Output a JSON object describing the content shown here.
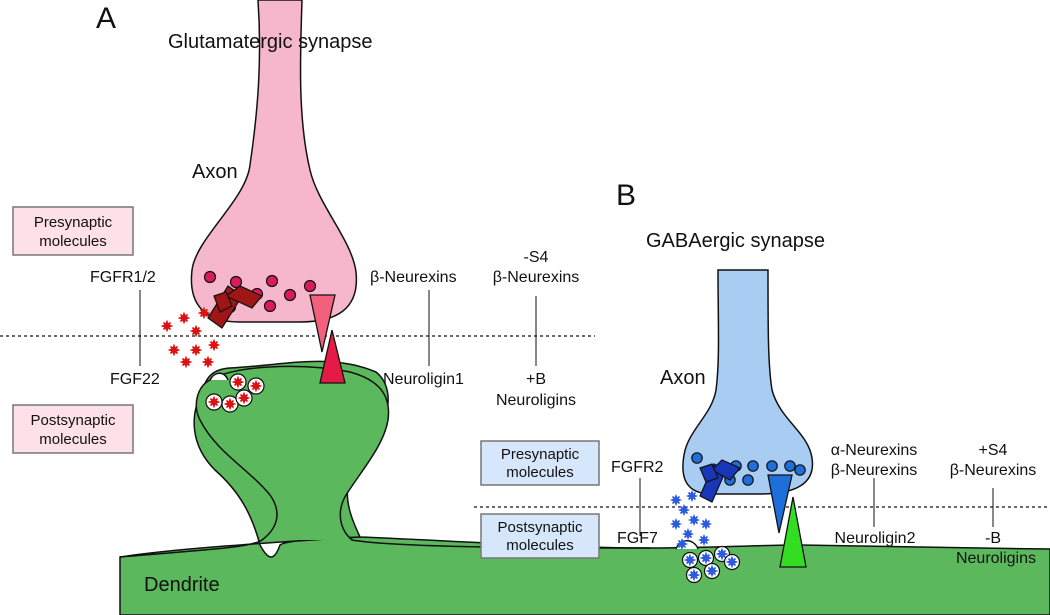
{
  "panel_a": {
    "letter": "A",
    "title": "Glutamatergic synapse",
    "axon": "Axon",
    "pre_box": [
      "Presynaptic",
      "molecules"
    ],
    "post_box": [
      "Postsynaptic",
      "molecules"
    ],
    "receptor": "FGFR1/2",
    "ligand": "FGF22",
    "pair1_top": "β-Neurexins",
    "pair1_bottom": "Neuroligin1",
    "pair2_top": [
      "-S4",
      "β-Neurexins"
    ],
    "pair2_bottom": [
      "+B",
      "Neuroligins"
    ]
  },
  "panel_b": {
    "letter": "B",
    "title": "GABAergic synapse",
    "axon": "Axon",
    "pre_box": [
      "Presynaptic",
      "molecules"
    ],
    "post_box": [
      "Postsynaptic",
      "molecules"
    ],
    "receptor": "FGFR2",
    "ligand": "FGF7",
    "pair1_top": [
      "α-Neurexins",
      "β-Neurexins"
    ],
    "pair1_bottom": "Neuroligin2",
    "pair2_top": [
      "+S4",
      "β-Neurexins"
    ],
    "pair2_bottom": [
      "-B",
      "Neuroligins"
    ]
  },
  "dendrite": "Dendrite",
  "colors": {
    "dendrite": "#5cb85c",
    "axon_a": "#f6b6cc",
    "axon_b": "#a9cdf2",
    "vesicle_a": "#d81b5e",
    "vesicle_b": "#1e6fd9",
    "fgf22": "#e01010",
    "fgf7": "#2a5be0",
    "pre_box_a": "#fde0e8",
    "post_box_a": "#fde0e8",
    "pre_box_b": "#d6e6fb",
    "post_box_b": "#d6e6fb"
  }
}
